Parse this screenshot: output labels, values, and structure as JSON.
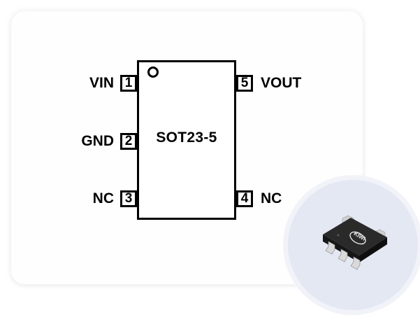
{
  "diagram": {
    "package_name": "SOT23-5",
    "pins": [
      {
        "number": "1",
        "name": "VIN",
        "side": "left"
      },
      {
        "number": "2",
        "name": "GND",
        "side": "left"
      },
      {
        "number": "3",
        "name": "NC",
        "side": "left"
      },
      {
        "number": "4",
        "name": "NC",
        "side": "right"
      },
      {
        "number": "5",
        "name": "VOUT",
        "side": "right"
      }
    ]
  },
  "photo": {
    "description": "SOT23-5 package photo",
    "brand_mark": "KIWI",
    "colors": {
      "circle": "#e4e8f3",
      "ring": "#f1f3f9",
      "package_body": "#1c1c1c",
      "leads": "#d9d9d9"
    }
  }
}
